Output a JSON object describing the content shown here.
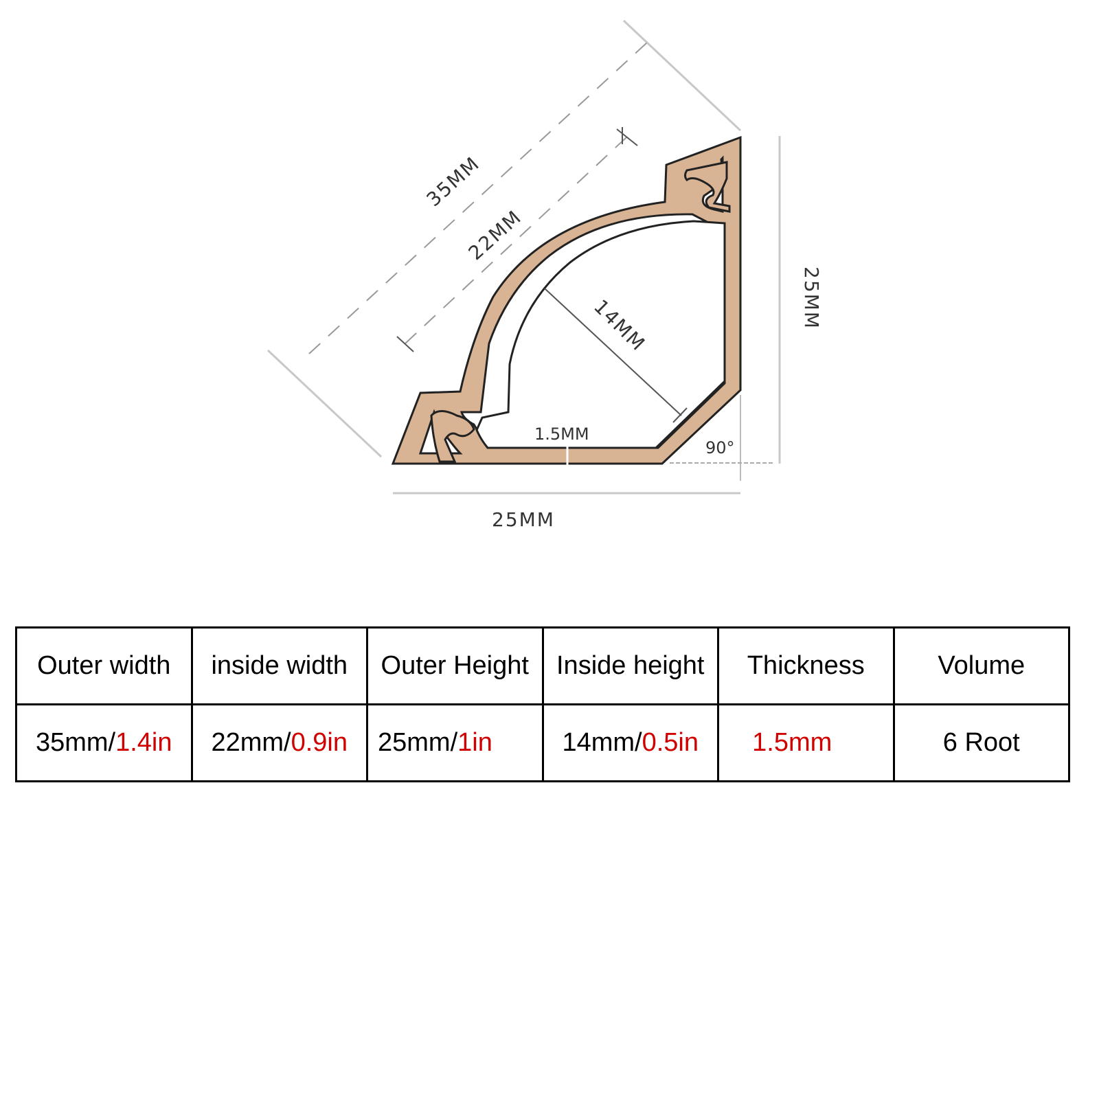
{
  "diagram": {
    "dimensions": {
      "diagonal_outer": "35MM",
      "diagonal_inner": "22MM",
      "inner_depth": "14MM",
      "wall_thickness": "1.5MM",
      "angle": "90°",
      "height": "25MM",
      "width": "25MM"
    },
    "colors": {
      "profile_fill": "#d8b394",
      "profile_stroke": "#222222",
      "dimension_line": "#bbbbbb"
    }
  },
  "table": {
    "headers": [
      "Outer width",
      "inside width",
      "Outer Height",
      "Inside height",
      "Thickness",
      "Volume"
    ],
    "values": [
      {
        "metric": "35mm/",
        "imperial": "1.4in"
      },
      {
        "metric": "22mm/",
        "imperial": "0.9in"
      },
      {
        "metric": "25mm/",
        "imperial": "1in"
      },
      {
        "metric": "14mm/",
        "imperial": "0.5in"
      },
      {
        "metric": "",
        "imperial": "1.5mm"
      },
      {
        "metric": "6 Root",
        "imperial": ""
      }
    ],
    "highlight_color": "#d00000"
  }
}
